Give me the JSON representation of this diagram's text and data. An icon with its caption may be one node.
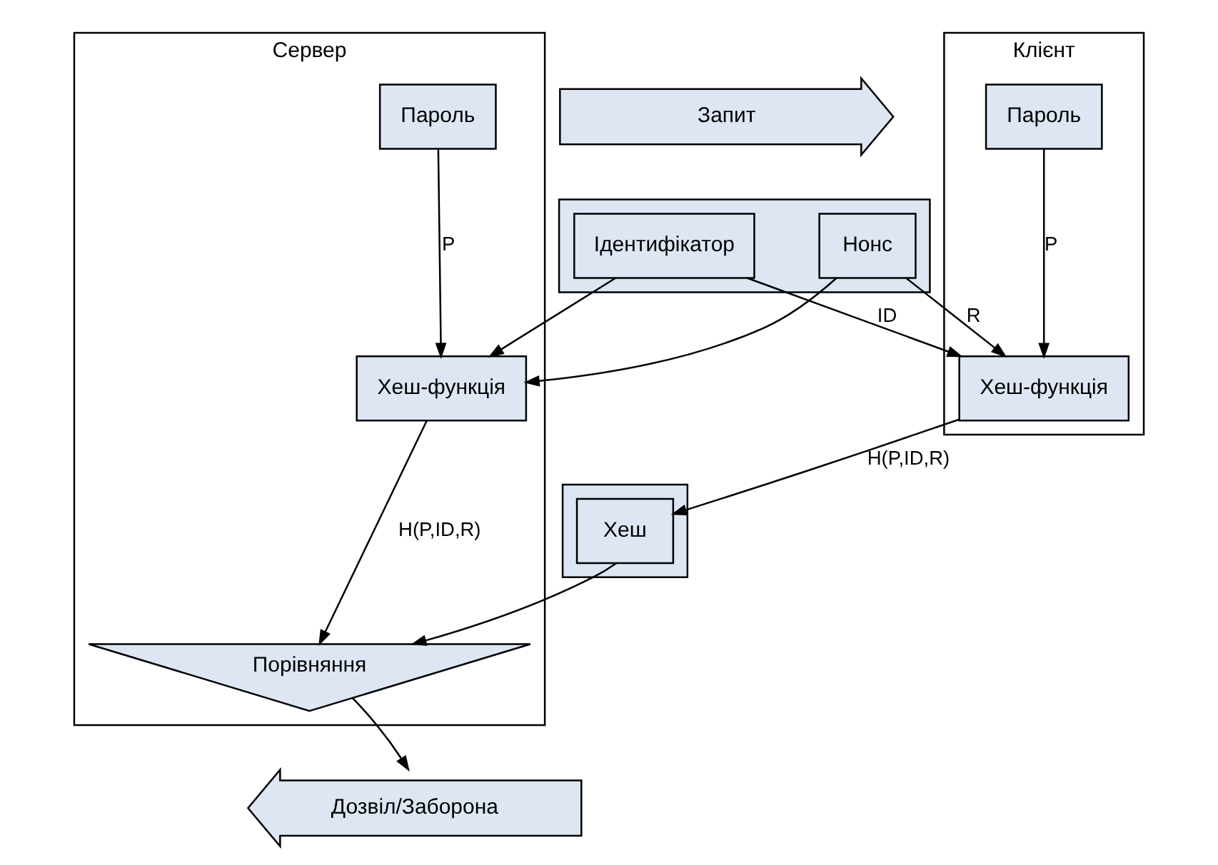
{
  "diagram": {
    "nodes": [
      {
        "text": [
          "Клієнт"
        ]
      },
      {
        "text": [
          "Сервер"
        ]
      },
      {
        "text": [
          "Пароль"
        ],
        "in": 0
      },
      {
        "text": [
          "Пароль"
        ],
        "in": 1
      },
      {
        "text": [
          "Запит"
        ]
      },
      {
        "text": [],
        "shape": "arrow"
      },
      {
        "text": [
          "Ідентифікатор"
        ],
        "in": 5
      },
      {
        "text": [
          "Нонс"
        ],
        "in": 5
      },
      {
        "text": [
          "Хеш-функція"
        ],
        "in": 0
      },
      {
        "text": [
          "Хеш-функція"
        ],
        "in": 1
      },
      {
        "text": [],
        "shape": "arrow"
      },
      {
        "text": [
          "Хеш"
        ],
        "in": 10
      },
      {
        "text": [
          "Порівняння"
        ],
        "in": 1
      },
      {
        "text": [
          "Дозвіл/Заборона"
        ]
      }
    ],
    "edges": [
      {
        "from": 2,
        "to": 8,
        "arrow": "to",
        "label": "P"
      },
      {
        "from": 3,
        "to": 9,
        "arrow": "to",
        "label": "P"
      },
      {
        "from": 6,
        "to": 8,
        "arrow": "to",
        "label": "ID"
      },
      {
        "from": 6,
        "to": 9,
        "arrow": "to"
      },
      {
        "from": 7,
        "to": 8,
        "arrow": "to",
        "label": "R"
      },
      {
        "from": 7,
        "to": 9,
        "arrow": "to"
      },
      {
        "from": 8,
        "to": 11,
        "arrow": "to",
        "label": "H(P,ID,R)"
      },
      {
        "from": 9,
        "to": 12,
        "arrow": "to",
        "label": "H(P,ID,R)"
      },
      {
        "from": 11,
        "to": 12,
        "arrow": "to"
      },
      {
        "from": 12,
        "to": 13,
        "arrow": "to"
      }
    ]
  }
}
